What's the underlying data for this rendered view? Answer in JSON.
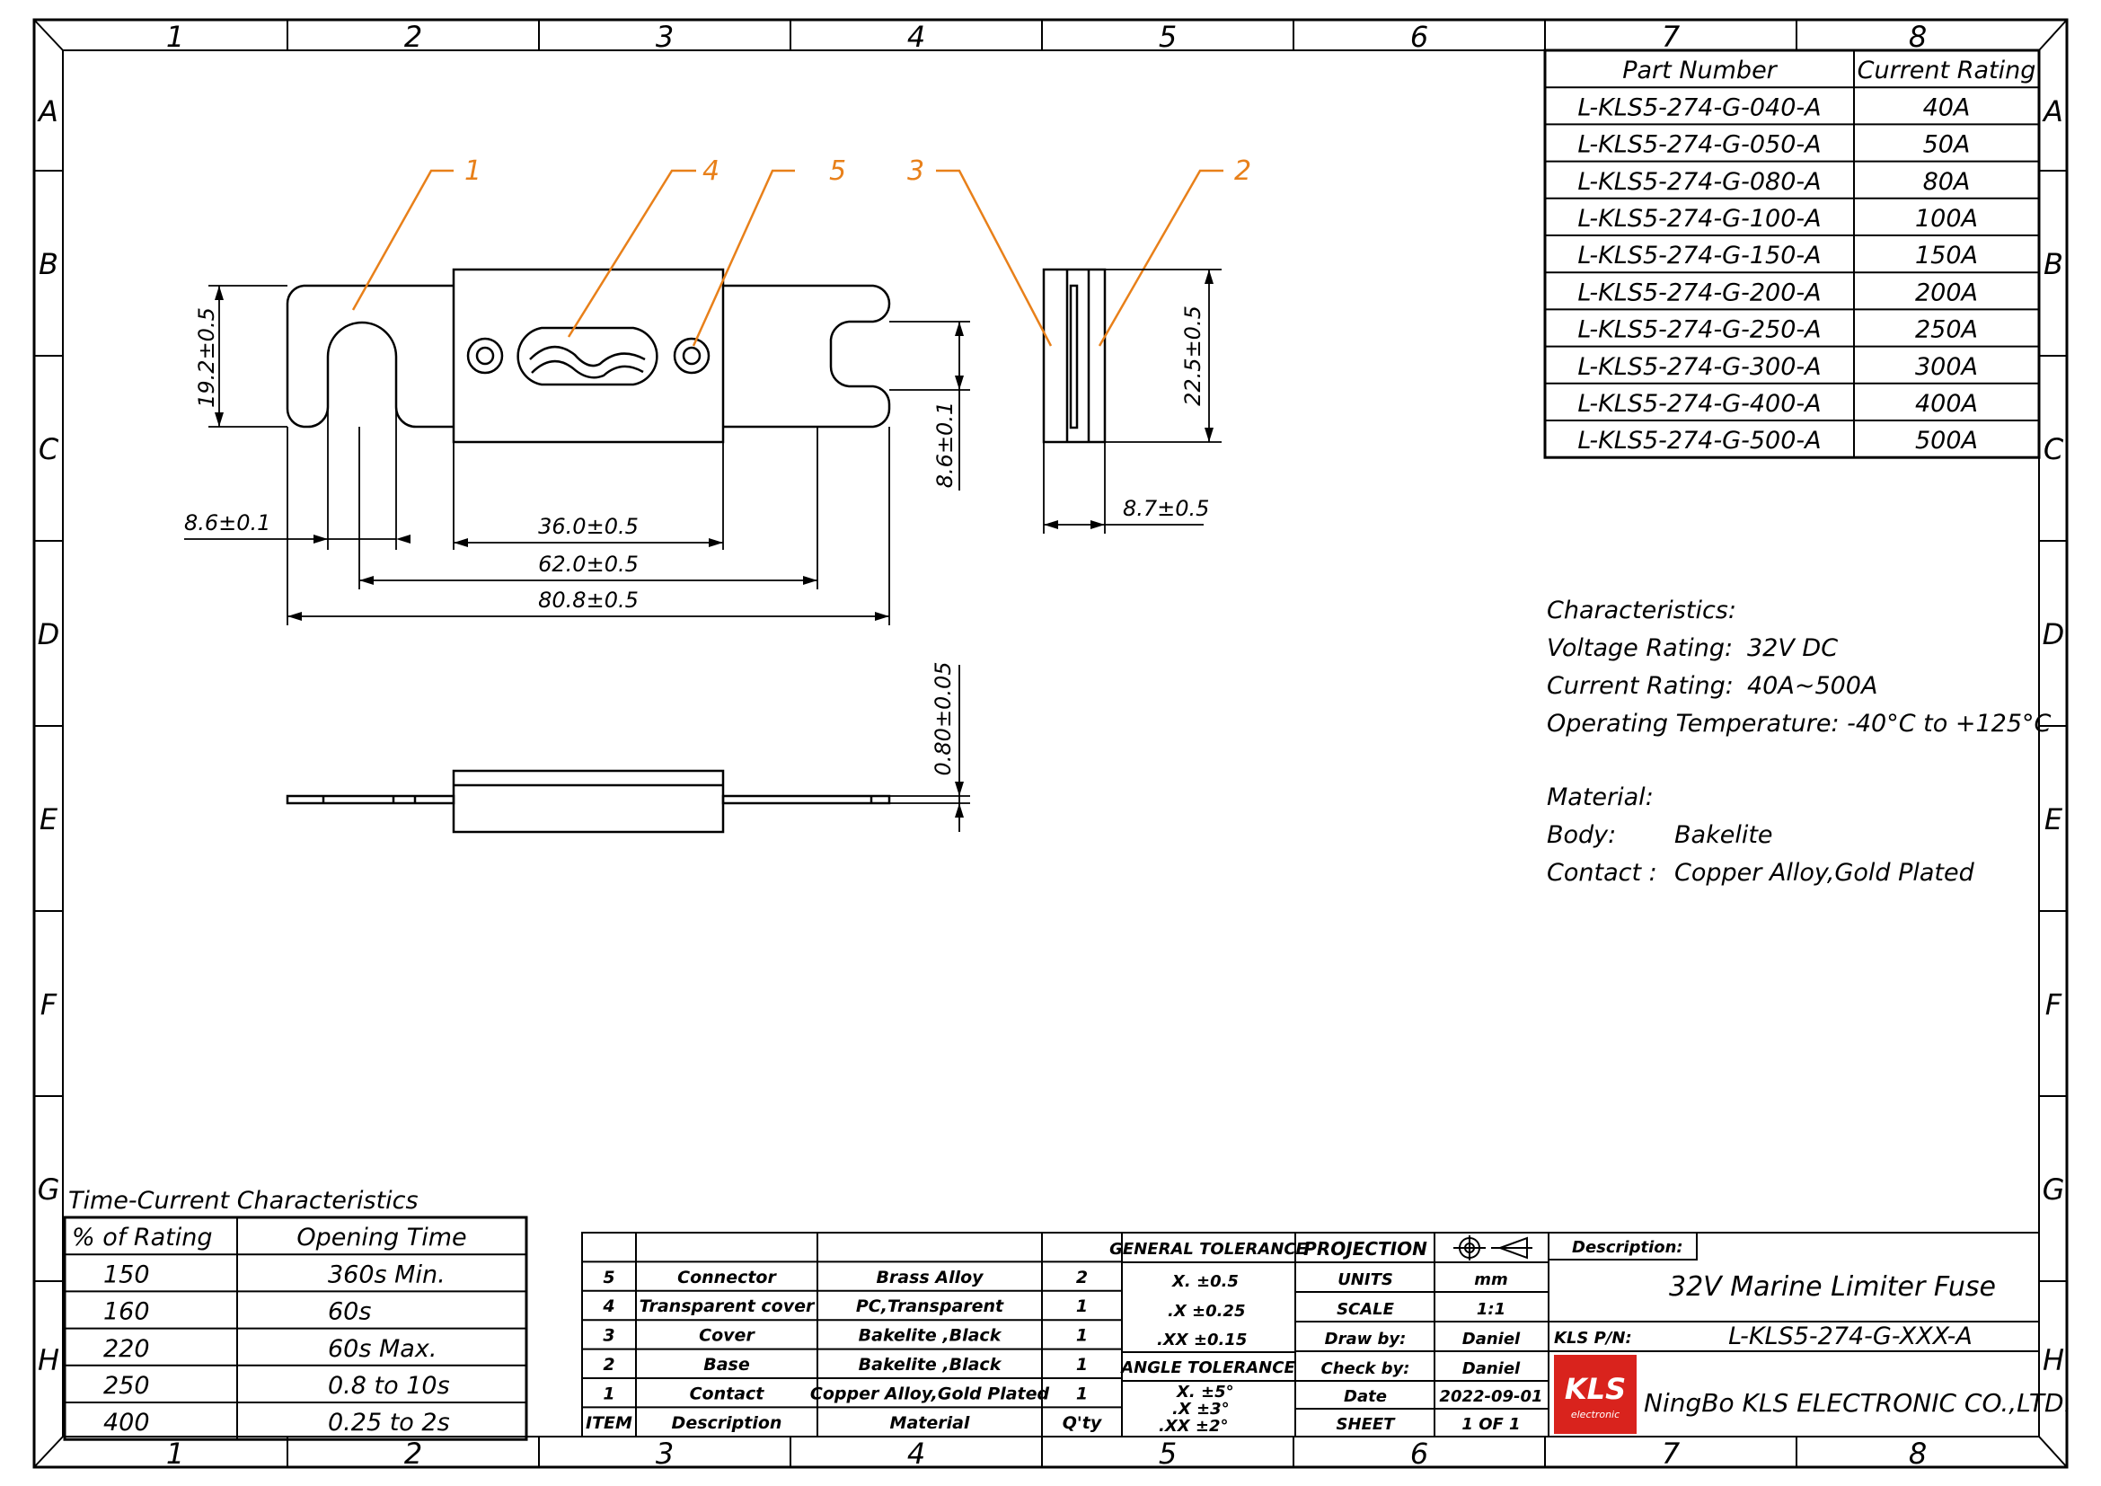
{
  "border": {
    "columns": [
      "1",
      "2",
      "3",
      "4",
      "5",
      "6",
      "7",
      "8"
    ],
    "rows": [
      "A",
      "B",
      "C",
      "D",
      "E",
      "F",
      "G",
      "H"
    ]
  },
  "callouts": [
    "1",
    "4",
    "5",
    "3",
    "2"
  ],
  "dimensions": {
    "d_19_2": "19.2±0.5",
    "d_8_6_gap": "8.6±0.1",
    "d_36": "36.0±0.5",
    "d_62": "62.0±0.5",
    "d_80_8": "80.8±0.5",
    "d_8_6_right": "8.6±0.1",
    "d_22_5": "22.5±0.5",
    "d_8_7": "8.7±0.5",
    "d_0_80": "0.80±0.05"
  },
  "part_table": {
    "headers": [
      "Part Number",
      "Current Rating"
    ],
    "rows": [
      [
        "L-KLS5-274-G-040-A",
        "40A"
      ],
      [
        "L-KLS5-274-G-050-A",
        "50A"
      ],
      [
        "L-KLS5-274-G-080-A",
        "80A"
      ],
      [
        "L-KLS5-274-G-100-A",
        "100A"
      ],
      [
        "L-KLS5-274-G-150-A",
        "150A"
      ],
      [
        "L-KLS5-274-G-200-A",
        "200A"
      ],
      [
        "L-KLS5-274-G-250-A",
        "250A"
      ],
      [
        "L-KLS5-274-G-300-A",
        "300A"
      ],
      [
        "L-KLS5-274-G-400-A",
        "400A"
      ],
      [
        "L-KLS5-274-G-500-A",
        "500A"
      ]
    ]
  },
  "characteristics": {
    "title": "Characteristics:",
    "voltage_label": "Voltage Rating:",
    "voltage_value": "32V DC",
    "current_label": "Current Rating:",
    "current_value": "40A~500A",
    "temp": "Operating Temperature: -40°C to +125°C"
  },
  "material": {
    "title": "Material:",
    "body_label": "Body:",
    "body_value": "Bakelite",
    "contact_label": "Contact :",
    "contact_value": "Copper Alloy,Gold Plated"
  },
  "time_current": {
    "title": "Time-Current Characteristics",
    "headers": [
      "% of Rating",
      "Opening Time"
    ],
    "rows": [
      [
        "150",
        "360s Min."
      ],
      [
        "160",
        "60s"
      ],
      [
        "220",
        "60s  Max."
      ],
      [
        "250",
        "0.8  to  10s"
      ],
      [
        "400",
        "0.25 to  2s"
      ]
    ]
  },
  "bom": {
    "headers": [
      "ITEM",
      "Description",
      "Material",
      "Q'ty"
    ],
    "rows": [
      [
        "5",
        "Connector",
        "Brass Alloy",
        "2"
      ],
      [
        "4",
        "Transparent cover",
        "PC,Transparent",
        "1"
      ],
      [
        "3",
        "Cover",
        "Bakelite ,Black",
        "1"
      ],
      [
        "2",
        "Base",
        "Bakelite ,Black",
        "1"
      ],
      [
        "1",
        "Contact",
        "Copper Alloy,Gold Plated",
        "1"
      ]
    ]
  },
  "tolerance": {
    "general_title": "GENERAL TOLERANCE",
    "general": [
      "X.   ±0.5",
      ".X   ±0.25",
      ".XX  ±0.15"
    ],
    "angle_title": "ANGLE TOLERANCE",
    "angle": [
      "X.  ±5°",
      ".X  ±3°",
      ".XX  ±2°"
    ]
  },
  "title_block": {
    "projection_label": "PROJECTION",
    "units_label": "UNITS",
    "units_value": "mm",
    "scale_label": "SCALE",
    "scale_value": "1:1",
    "draw_label": "Draw by:",
    "draw_value": "Daniel",
    "check_label": "Check by:",
    "check_value": "Daniel",
    "date_label": "Date",
    "date_value": "2022-09-01",
    "sheet_label": "SHEET",
    "sheet_value": "1 OF 1",
    "description_label": "Description:",
    "description_value": "32V Marine Limiter Fuse",
    "pn_label": "KLS P/N:",
    "pn_value": "L-KLS5-274-G-XXX-A",
    "company": "NingBo KLS ELECTRONIC CO.,LTD.",
    "logo_text": "KLS",
    "logo_sub": "electronic"
  },
  "colors": {
    "callout": "#e8801a",
    "logo_bg": "#d9231d",
    "line": "#000000"
  }
}
